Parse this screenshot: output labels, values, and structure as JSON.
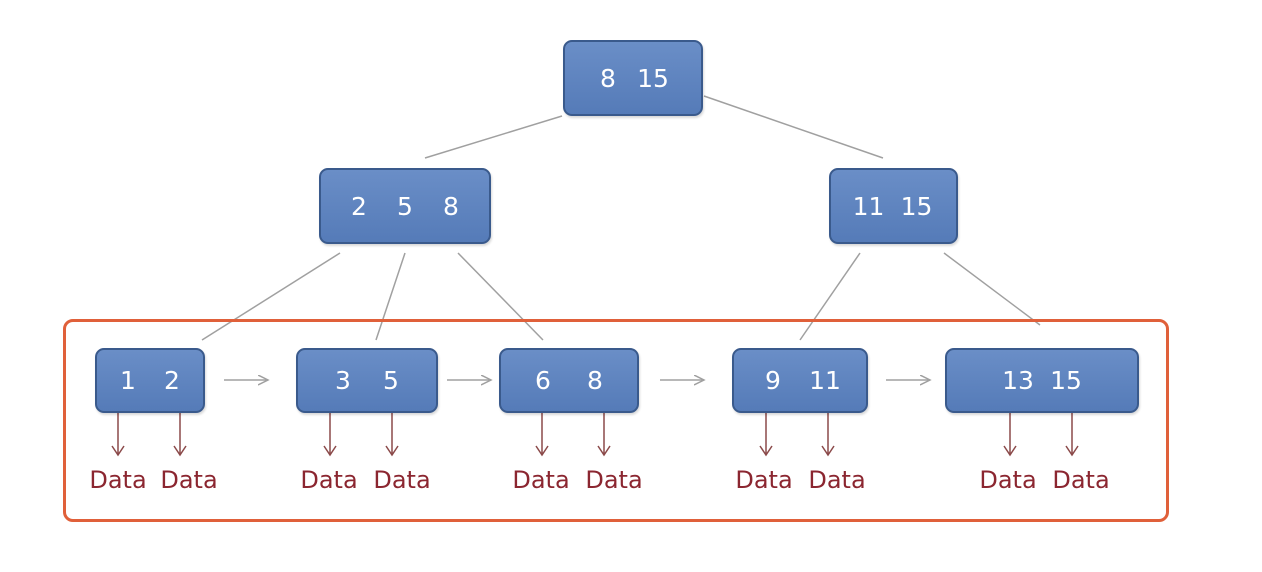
{
  "diagram": {
    "root": {
      "keys": [
        "8",
        "15"
      ]
    },
    "internal": [
      {
        "keys": [
          "2",
          "5",
          "8"
        ]
      },
      {
        "keys": [
          "11",
          "15"
        ]
      }
    ],
    "leaves": [
      {
        "keys": [
          "1",
          "2"
        ]
      },
      {
        "keys": [
          "3",
          "5"
        ]
      },
      {
        "keys": [
          "6",
          "8"
        ]
      },
      {
        "keys": [
          "9",
          "11"
        ]
      },
      {
        "keys": [
          "13",
          "15"
        ]
      }
    ],
    "data_label": "Data",
    "colors": {
      "node_fill": "#5a7fbc",
      "node_border": "#3a5a8c",
      "node_text": "#ffffff",
      "edge": "#a0a0a0",
      "data_arrow": "#8b4a4a",
      "data_text": "#8b2630",
      "highlight_frame": "#e0603a"
    }
  }
}
